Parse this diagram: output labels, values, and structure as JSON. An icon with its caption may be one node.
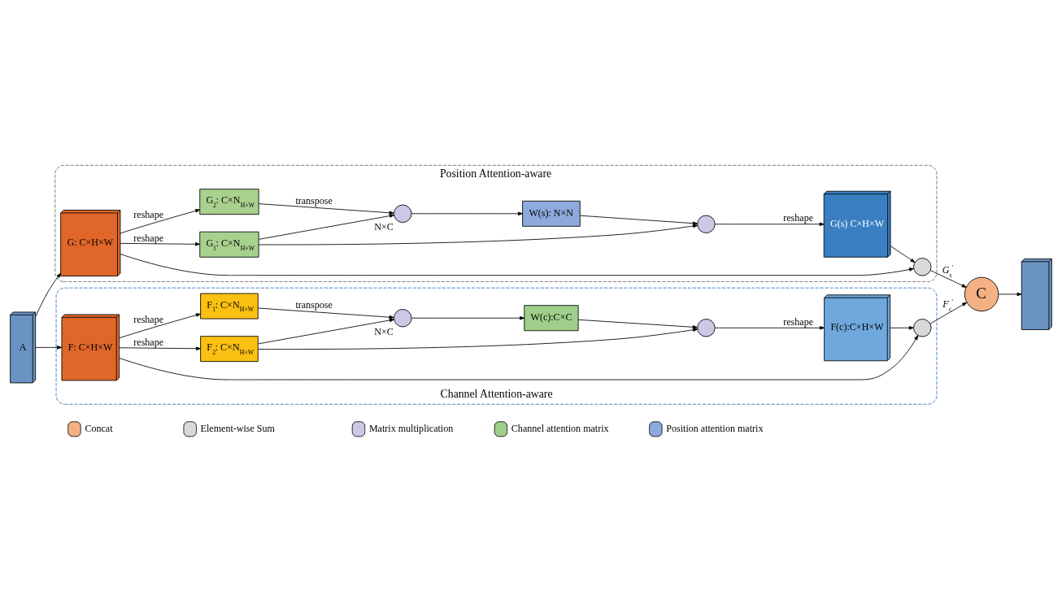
{
  "diagram": {
    "nodes": [
      {
        "text": [
          "Position Attention-aware"
        ]
      },
      {
        "text": [
          "Channel Attention-aware"
        ]
      },
      {
        "text": [
          "A"
        ]
      },
      {
        "text": [
          "G: C×H×W"
        ],
        "in": 0
      },
      {
        "text": [
          "G$_{1}$: C×N$_{H×W}$"
        ],
        "in": 0
      },
      {
        "text": [
          "G$_{2}$: C×N$_{H×W}$"
        ],
        "in": 0
      },
      {
        "text": [],
        "shape": "circle",
        "in": 0,
        "beside": [
          "N×C"
        ]
      },
      {
        "text": [
          "W(s): N×N"
        ],
        "in": 0
      },
      {
        "text": [],
        "shape": "circle",
        "in": 0
      },
      {
        "text": [
          "G(s) C×H×W"
        ],
        "in": 0
      },
      {
        "text": [],
        "shape": "circle",
        "in": 0
      },
      {
        "text": [
          "F: C×H×W"
        ],
        "in": 1
      },
      {
        "text": [
          "F$_{1}$: C×N$_{H×W}$"
        ],
        "in": 1
      },
      {
        "text": [
          "F$_{2}$: C×N$_{H×W}$"
        ],
        "in": 1
      },
      {
        "text": [],
        "shape": "circle",
        "in": 1,
        "beside": [
          "N×C"
        ]
      },
      {
        "text": [
          "W(c):C×C"
        ],
        "in": 1
      },
      {
        "text": [],
        "shape": "circle",
        "in": 1
      },
      {
        "text": [
          "F(c):C×H×W"
        ],
        "in": 1
      },
      {
        "text": [],
        "shape": "circle",
        "in": 1
      },
      {
        "text": [
          "C"
        ]
      },
      {
        "text": [],
        "shape": "box"
      }
    ],
    "edges": [
      {
        "from": 2,
        "to": 3,
        "arrow": "to"
      },
      {
        "from": 2,
        "to": 11,
        "arrow": "to"
      },
      {
        "from": 3,
        "to": 4,
        "arrow": "to",
        "label": "reshape"
      },
      {
        "from": 3,
        "to": 5,
        "arrow": "to",
        "label": "reshape"
      },
      {
        "from": 4,
        "to": 6,
        "arrow": "to"
      },
      {
        "from": 4,
        "to": 8,
        "arrow": "to"
      },
      {
        "from": 5,
        "to": 6,
        "arrow": "to",
        "label": "transpose"
      },
      {
        "from": 6,
        "to": 7,
        "arrow": "to"
      },
      {
        "from": 7,
        "to": 8,
        "arrow": "to"
      },
      {
        "from": 8,
        "to": 9,
        "arrow": "to",
        "label": "reshape"
      },
      {
        "from": 9,
        "to": 10,
        "arrow": "to"
      },
      {
        "from": 3,
        "to": 10,
        "arrow": "to"
      },
      {
        "from": 10,
        "to": 19,
        "arrow": "to",
        "label": "*G*$_{s}$$^{'}$"
      },
      {
        "from": 11,
        "to": 12,
        "arrow": "to",
        "label": "reshape"
      },
      {
        "from": 11,
        "to": 13,
        "arrow": "to",
        "label": "reshape"
      },
      {
        "from": 12,
        "to": 14,
        "arrow": "to",
        "label": "transpose"
      },
      {
        "from": 13,
        "to": 14,
        "arrow": "to"
      },
      {
        "from": 13,
        "to": 16,
        "arrow": "to"
      },
      {
        "from": 14,
        "to": 15,
        "arrow": "to"
      },
      {
        "from": 15,
        "to": 16,
        "arrow": "to"
      },
      {
        "from": 16,
        "to": 17,
        "arrow": "to",
        "label": "reshape"
      },
      {
        "from": 17,
        "to": 18,
        "arrow": "to"
      },
      {
        "from": 11,
        "to": 18,
        "arrow": "to"
      },
      {
        "from": 18,
        "to": 19,
        "arrow": "to",
        "label": "*F*$_{c}$$^{'}$"
      },
      {
        "from": 19,
        "to": 20,
        "arrow": "to"
      }
    ],
    "legend": [
      {
        "text": "Concat"
      },
      {
        "text": "Element-wise Sum"
      },
      {
        "text": "Matrix multiplication"
      },
      {
        "text": "Channel attention matrix"
      },
      {
        "text": "Position attention matrix"
      }
    ]
  }
}
